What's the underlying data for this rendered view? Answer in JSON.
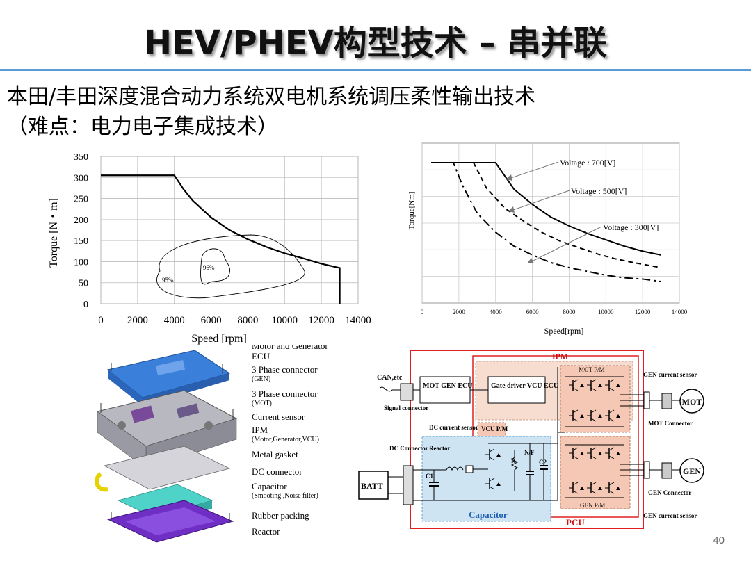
{
  "slide": {
    "title": "HEV/PHEV构型技术 – 串并联",
    "subtitle_line1": "本田/丰田深度混合动力系统双电机系统调压柔性输出技术",
    "subtitle_line2": "（难点：电力电子集成技术）",
    "page_number": "40",
    "accent_color": "#5b9bd5"
  },
  "chart_data": [
    {
      "type": "line",
      "xlabel": "Speed [rpm]",
      "ylabel": "Torque [N・m]",
      "xlim": [
        0,
        14000
      ],
      "ylim": [
        0,
        350
      ],
      "x_ticks": [
        "0",
        "2000",
        "4000",
        "6000",
        "8000",
        "10000",
        "12000",
        "14000"
      ],
      "y_ticks": [
        "0",
        "50",
        "100",
        "150",
        "200",
        "250",
        "300",
        "350"
      ],
      "grid": true,
      "series": [
        {
          "x": [
            0,
            4000,
            4500,
            5000,
            6000,
            7000,
            8000,
            9000,
            10000,
            11000,
            12000,
            13000,
            13000
          ],
          "y": [
            305,
            305,
            272,
            245,
            205,
            175,
            153,
            135,
            120,
            108,
            95,
            85,
            0
          ]
        }
      ],
      "annotations": [
        "96%",
        "95%"
      ]
    },
    {
      "type": "line",
      "xlabel": "Speed[rpm]",
      "ylabel": "Torque[Nm]",
      "xlim": [
        0,
        14000
      ],
      "x_ticks": [
        "0",
        "2000",
        "4000",
        "6000",
        "8000",
        "10000",
        "12000",
        "14000"
      ],
      "grid": true,
      "series": [
        {
          "name": "Voltage : 700[V]",
          "x": [
            500,
            4000,
            5000,
            6000,
            7000,
            8000,
            9000,
            10000,
            11000,
            12000,
            13000
          ],
          "y": [
            1.0,
            1.0,
            0.79,
            0.67,
            0.57,
            0.5,
            0.44,
            0.39,
            0.34,
            0.3,
            0.27
          ]
        },
        {
          "name": "Voltage : 500[V]",
          "x": [
            500,
            2800,
            3500,
            4500,
            5500,
            6500,
            7500,
            8500,
            9500,
            10500,
            11500,
            13000
          ],
          "y": [
            1.0,
            1.0,
            0.8,
            0.64,
            0.54,
            0.45,
            0.38,
            0.33,
            0.28,
            0.24,
            0.21,
            0.17
          ]
        },
        {
          "name": "Voltage : 300[V]",
          "x": [
            500,
            1700,
            2200,
            3000,
            4000,
            5000,
            6000,
            7000,
            8000,
            9000,
            10000,
            11000,
            12000,
            13000
          ],
          "y": [
            1.0,
            1.0,
            0.82,
            0.6,
            0.45,
            0.34,
            0.27,
            0.21,
            0.17,
            0.14,
            0.11,
            0.09,
            0.08,
            0.06
          ]
        }
      ]
    }
  ],
  "assembly": {
    "labels": [
      "Motor and Generator",
      "ECU",
      "3 Phase connector",
      "(GEN)",
      "3 Phase connector",
      "(MOT)",
      "Current sensor",
      "IPM",
      "(Motor,Generator,VCU)",
      "Metal gasket",
      "DC   connector",
      "Capacitor",
      "(Smooting ,Noise filter)",
      "Rubber packing",
      "Reactor"
    ]
  },
  "circuit": {
    "ipm": "IPM",
    "pcu": "PCU",
    "can": "CAN,etc",
    "signal_connector": "Signal connector",
    "mot_gen_ecu": "MOT  GEN ECU",
    "gate_driver": "Gate driver VCU ECU",
    "mot_pm": "MOT P/M",
    "gen_pm": "GEN P/M",
    "vcu_pm": "VCU P/M",
    "dc_current_sensor": "DC  current sensor",
    "reactor": "Reactor",
    "dc_connector": "DC Connector",
    "batt": "BATT",
    "c1": "C1",
    "r": "R",
    "nf": "N/F",
    "c2": "C2",
    "capacitor": "Capacitor",
    "gen_current_sensor_top": "GEN current sensor",
    "mot_connector": "MOT Connector",
    "gen_connector": "GEN Connector",
    "gen_current_sensor_bottom": "GEN current sensor",
    "mot": "MOT",
    "gen": "GEN"
  }
}
